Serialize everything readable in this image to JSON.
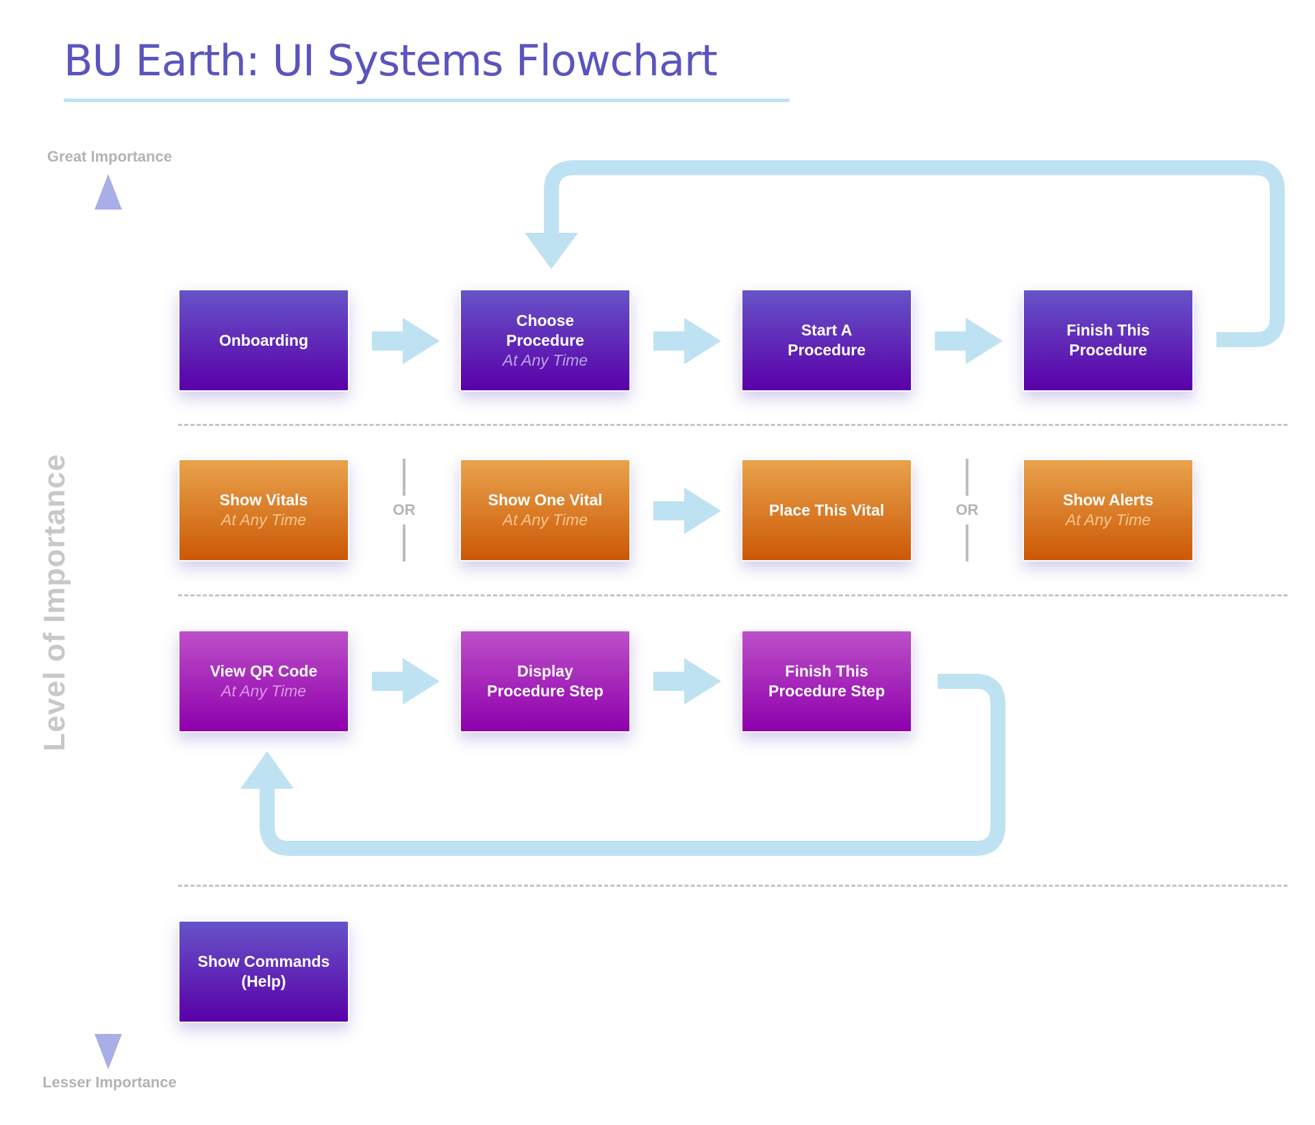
{
  "title": "BU Earth: UI Systems Flowchart",
  "axis": {
    "label": "Level of Importance",
    "top_label": "Great Importance",
    "bottom_label": "Lesser Importance",
    "gradient_colors": [
      "#aaaee6",
      "#f8d4a8",
      "#e2b2e8",
      "#aaaee6"
    ]
  },
  "colors": {
    "title": "#5a55bd",
    "connector": "#bfe2f3",
    "tier1": "#5a00a8",
    "tier2": "#cc5806",
    "tier3": "#8e00ac"
  },
  "or_label": "OR",
  "rows": [
    {
      "boxes": [
        {
          "title": "Onboarding",
          "subtitle": ""
        },
        {
          "title": "Choose Procedure",
          "subtitle": "At Any Time"
        },
        {
          "title": "Start A Procedure",
          "subtitle": ""
        },
        {
          "title": "Finish This Procedure",
          "subtitle": ""
        }
      ]
    },
    {
      "boxes": [
        {
          "title": "Show Vitals",
          "subtitle": "At Any Time"
        },
        {
          "title": "Show One Vital",
          "subtitle": "At Any Time"
        },
        {
          "title": "Place This Vital",
          "subtitle": ""
        },
        {
          "title": "Show Alerts",
          "subtitle": "At Any Time"
        }
      ]
    },
    {
      "boxes": [
        {
          "title": "View QR Code",
          "subtitle": "At Any Time"
        },
        {
          "title": "Display Procedure Step",
          "subtitle": ""
        },
        {
          "title": "Finish This Procedure Step",
          "subtitle": ""
        }
      ]
    },
    {
      "boxes": [
        {
          "title": "Show Commands (Help)",
          "subtitle": ""
        }
      ]
    }
  ]
}
